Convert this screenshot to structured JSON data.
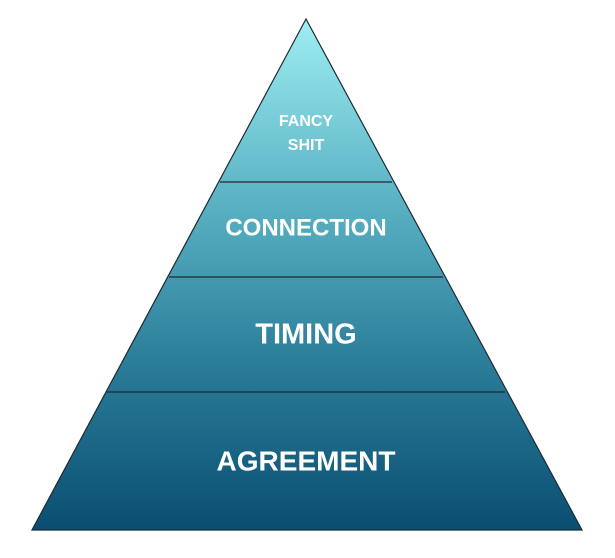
{
  "diagram": {
    "type": "pyramid",
    "tiers": [
      {
        "lines": [
          "FANCY",
          "SHIT"
        ]
      },
      {
        "lines": [
          "CONNECTION"
        ]
      },
      {
        "lines": [
          "TIMING"
        ]
      },
      {
        "lines": [
          "AGREEMENT"
        ]
      }
    ],
    "colors": {
      "top": "#9eeef2",
      "upper_mid": "#5bb3c4",
      "lower_mid": "#2a7c98",
      "bottom": "#0a4e72",
      "outline": "#1e2a33",
      "text": "#ffffff"
    }
  }
}
